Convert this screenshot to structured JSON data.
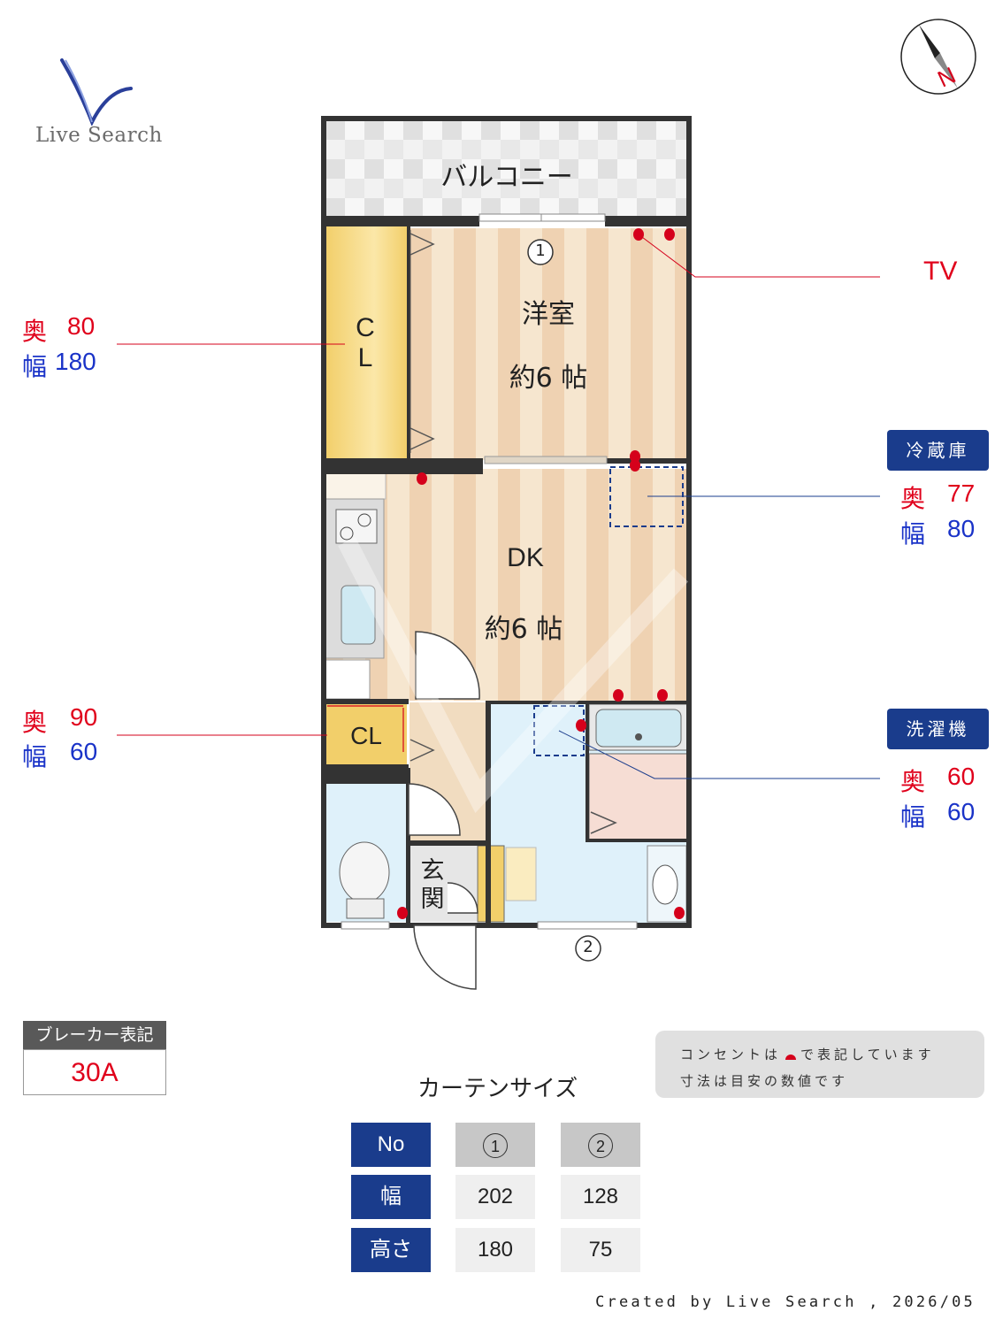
{
  "logo": {
    "text": "Live Search"
  },
  "compass": {
    "label": "N"
  },
  "rooms": {
    "balcony": "バルコニー",
    "western_room": {
      "name": "洋室",
      "size": "約6 帖"
    },
    "dk": {
      "name": "DK",
      "size": "約6 帖"
    },
    "closet_1": [
      "C",
      "L"
    ],
    "closet_2": "CL",
    "entrance": [
      "玄",
      "関"
    ]
  },
  "window_markers": {
    "w1": "1",
    "w2": "2"
  },
  "annotations": {
    "tv": "TV",
    "closet_1": {
      "depth_label": "奥",
      "depth": "80",
      "width_label": "幅",
      "width": "180"
    },
    "closet_2": {
      "depth_label": "奥",
      "depth": "90",
      "width_label": "幅",
      "width": "60"
    },
    "fridge": {
      "tag": "冷蔵庫",
      "depth_label": "奥",
      "depth": "77",
      "width_label": "幅",
      "width": "80"
    },
    "washer": {
      "tag": "洗濯機",
      "depth_label": "奥",
      "depth": "60",
      "width_label": "幅",
      "width": "60"
    }
  },
  "breaker": {
    "label": "ブレーカー表記",
    "value": "30A"
  },
  "notes": {
    "line1_a": "コンセントは",
    "line1_b": "で表記しています",
    "line2": "寸法は目安の数値です"
  },
  "curtain": {
    "title": "カーテンサイズ",
    "header": "No",
    "numbers": [
      "1",
      "2"
    ],
    "rows": [
      {
        "label": "幅",
        "values": [
          "202",
          "128"
        ]
      },
      {
        "label": "高さ",
        "values": [
          "180",
          "75"
        ]
      }
    ]
  },
  "footer": "Created by Live Search , 2026/05",
  "colors": {
    "wall": "#333333",
    "outlet": "#d5001b",
    "tag": "#1a3c8c",
    "red_text": "#e0001b",
    "blue_text": "#1a33c8"
  }
}
